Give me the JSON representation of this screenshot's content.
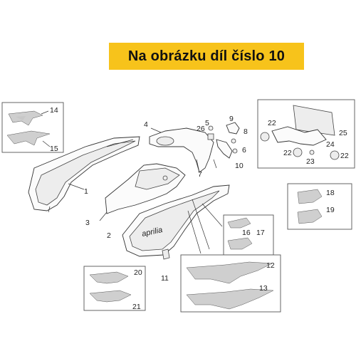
{
  "banner": {
    "text": "Na obrázku díl číslo 10",
    "color": "#f7c31b"
  },
  "diagram": {
    "brand_text": "aprilia",
    "callouts": [
      "1",
      "2",
      "3",
      "4",
      "5",
      "6",
      "7",
      "8",
      "9",
      "10",
      "11",
      "12",
      "13",
      "14",
      "15",
      "16",
      "17",
      "18",
      "19",
      "20",
      "21",
      "22",
      "22",
      "22",
      "23",
      "24",
      "25",
      "26"
    ]
  }
}
